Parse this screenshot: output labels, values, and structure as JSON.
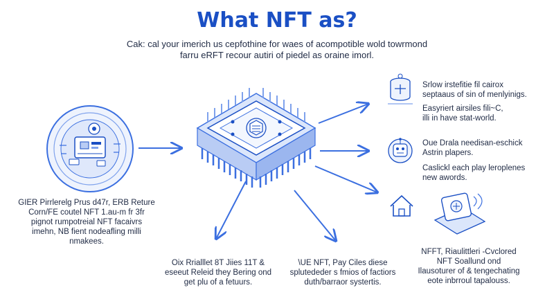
{
  "header": {
    "title": "What NFT as?",
    "subtitle_lines": [
      "Cak: cal your imerich us cepfothine for waes of acompotible wold towrmond",
      "farru eRFT recour autiri of piedel as oraine imorl."
    ]
  },
  "left_block": {
    "lines": [
      "GIER Pirrlerelg Prus d47r, ERB Reture",
      "Corn/FE coutel NFT 1.au-m fr 3fr",
      "pignot rumpotreial NFT facaivrs",
      "imehn, NB fient nodeafling milli",
      "nmakees."
    ]
  },
  "right_blocks": [
    {
      "lines": [
        "Srlow irstefitie fil cairox",
        "septaaus of sin of menlyinigs."
      ]
    },
    {
      "lines": [
        "Easyriert airsiles fili~C,",
        "illi in have stat-world."
      ]
    },
    {
      "lines": [
        "Oue Drala needisan-eschick",
        "Astrin plapers."
      ]
    },
    {
      "lines": [
        "Caslickl each play leroplenes",
        "new awords."
      ]
    },
    {
      "lines": [
        "NFFT, Riaulittleri -Cvclored",
        "NFT Soallund ond",
        "Ilausoturer of & tengechating",
        "eote inbrroul tapalouss."
      ]
    }
  ],
  "bottom_blocks": [
    {
      "lines": [
        "Oix Rrialllet 8T Jiies 11T &",
        "eseeut Releid they Bering ond",
        "get plu of a fetuurs."
      ]
    },
    {
      "lines": [
        "\\UE NFT, Pay Ciles diese",
        "splutededer s fmios of factiors",
        "duth/barraor systertis."
      ]
    }
  ],
  "colors": {
    "accent": "#1a4fc4",
    "line": "#3b6fe0",
    "light_fill": "#e3ecfb",
    "text": "#1f2a44"
  },
  "icons": [
    "chip-icon",
    "coin-icon",
    "shield-icon",
    "robot-icon",
    "home-icon",
    "device-icon",
    "circuit-icon"
  ]
}
